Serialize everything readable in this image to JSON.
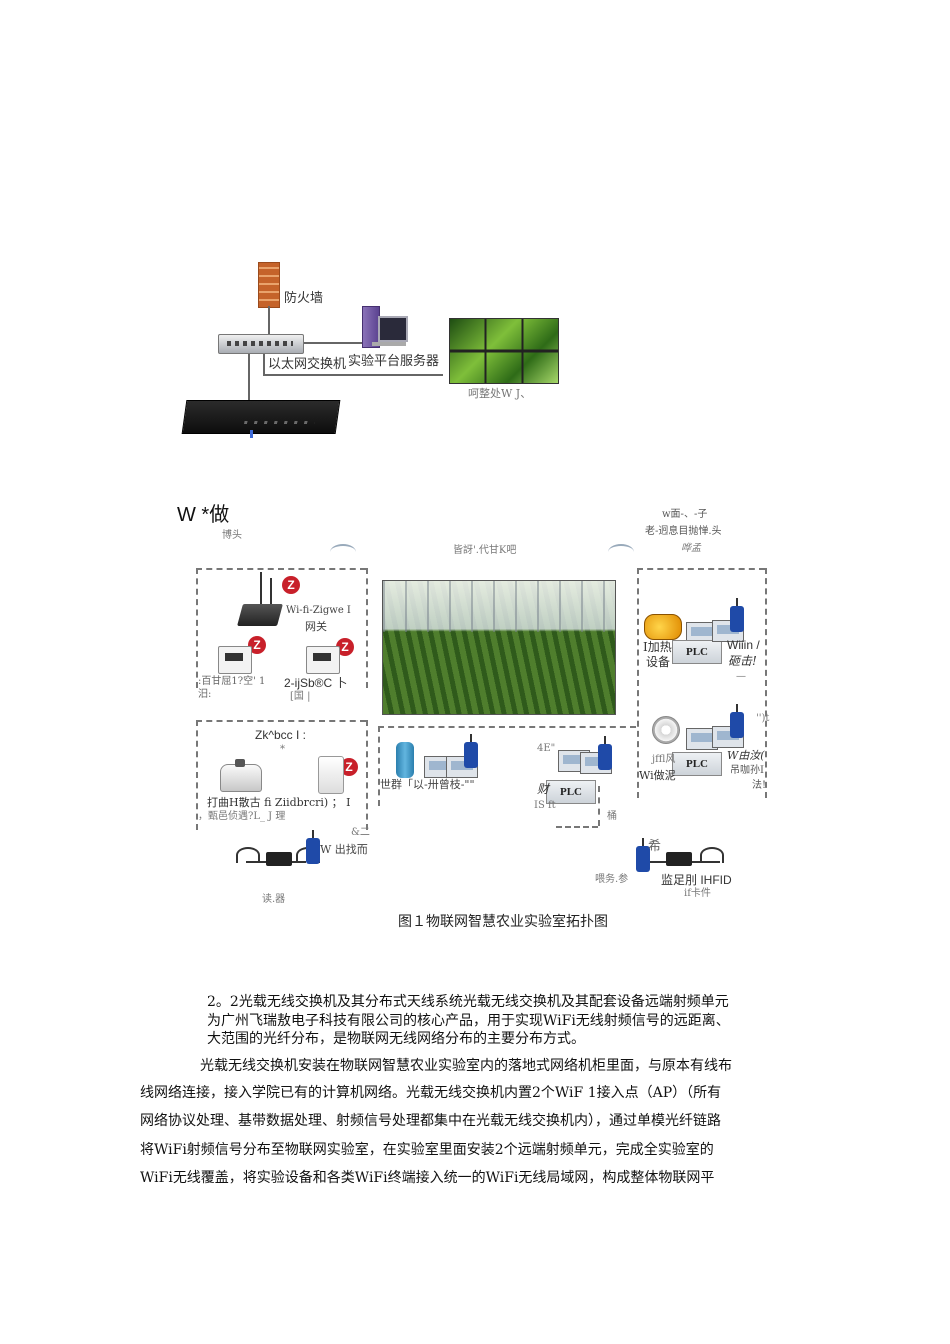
{
  "top_diagram": {
    "firewall": "防火墙",
    "switch": "以太网交换机",
    "server": "实验平台服务器",
    "display_caption": "呵整处W J、"
  },
  "main_diagram": {
    "top_left_title": "W *做",
    "top_left_sub": "博头",
    "top_center": "皆訝'.代甘K吧",
    "top_right_1": "w面-、-子",
    "top_right_2": "老-迥息目抛惮.头",
    "top_right_3": "哗孟",
    "gateway": "Wi-fi-Zigwe I",
    "gateway_2": "网关",
    "sensor_a_1": ":百甘屈1?空' 1",
    "sensor_a_2": "汨:",
    "sensor_b_1": "2-ijSb®C 卜",
    "sensor_b_2": "[国 |",
    "sensor_c": "Zk^bcc I :",
    "sensor_c_2": "*",
    "bottom_left_1": "打曲H散古  fi Ziidbrcri)  ；  I",
    "bottom_left_2": "，甄邑侦遇?L_ J 理",
    "bottom_left_3": "&二",
    "bottom_left_4": "W 出找而",
    "bottom_left_5": "读.器",
    "right_equip_1": "I加热",
    "right_equip_2": "设备",
    "plc": "PLC",
    "right_wifi_1": "Wiiin /",
    "right_wifi_2": "砸击!",
    "right_dash": "—",
    "right_fan_1": "jffl风",
    "right_fan_2": "Wi做泥",
    "right_wifi_3": "W由汝(",
    "right_wifi_4": "吊咖孙I",
    "right_wifi_5": "法!",
    "right_misc": "'')t",
    "center_left": "世群「以-卅曾枝-\"\"",
    "center_4e": "4E\"",
    "center_cai": "财",
    "center_isft": "IS ft",
    "center_tong": "桶",
    "bottom_right_1": "喂务.参",
    "bottom_right_2": "监足刖 IHFID",
    "bottom_right_3": "if卡件",
    "bottom_right_xi": "希"
  },
  "figure_caption": "图１物联网智慧农业实验室拓扑图",
  "paragraphs": {
    "p1_l1": "2。2光载无线交换机及其分布式天线系统光载无线交换机及其配套设备远端射频单元",
    "p1_l2": "为广州飞瑞敖电子科技有限公司的核心产品，用于实现WiFi无线射频信号的远距离、",
    "p1_l3": "大范围的光纤分布，是物联网无线网络分布的主要分布方式。",
    "p2_l1": "光载无线交换机安装在物联网智慧农业实验室内的落地式网络机柜里面，与原本有线布",
    "p2_l2": "线网络连接，接入学院已有的计算机网络。光载无线交换机内置2个WiF 1接入点（AP）（所有",
    "p2_l3": "网络协议处理、基带数据处理、射频信号处理都集中在光载无线交换机内），通过单模光纤链路",
    "p2_l4": "将WiFi射频信号分布至物联网实验室，在实验室里面安装2个远端射频单元，完成全实验室的",
    "p2_l5": "WiFi无线覆盖，将实验设备和各类WiFi终端接入统一的WiFi无线局域网，构成整体物联网平"
  },
  "colors": {
    "zigbee_red": "#c8202a",
    "wireless_blue": "#1f4aa8",
    "dash_gray": "#777777"
  }
}
